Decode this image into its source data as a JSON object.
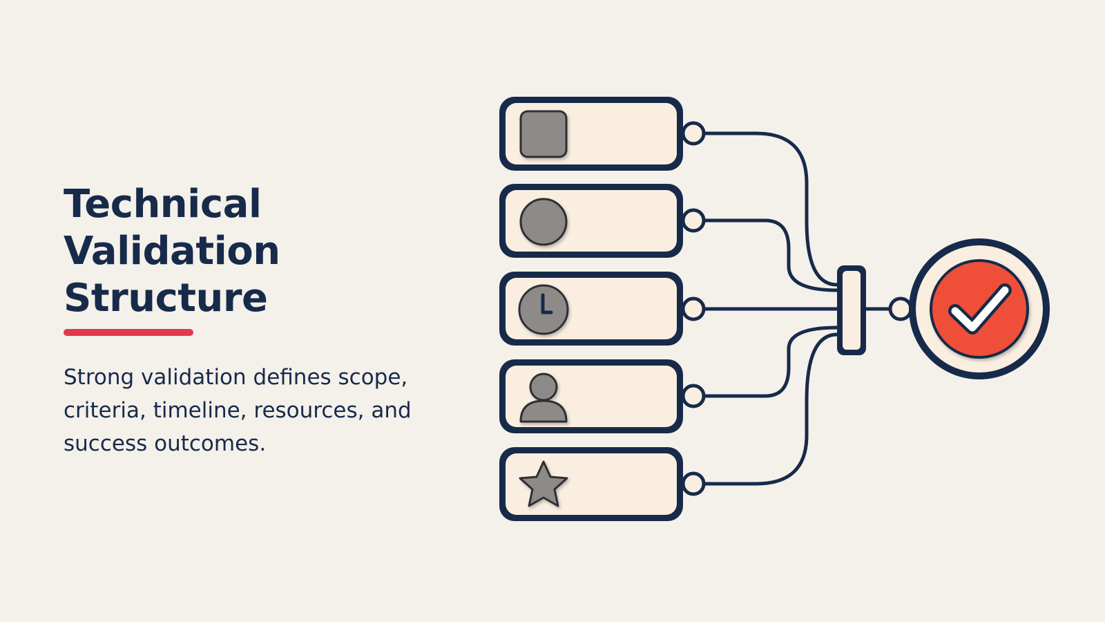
{
  "slide": {
    "title_lines": [
      "Technical",
      "Validation",
      "Structure"
    ],
    "description": "Strong validation defines scope, criteria, timeline, resources, and success outcomes."
  },
  "diagram": {
    "items": [
      {
        "icon": "square-icon"
      },
      {
        "icon": "circle-icon"
      },
      {
        "icon": "clock-icon"
      },
      {
        "icon": "person-icon"
      },
      {
        "icon": "star-icon"
      }
    ],
    "hub_icon": "connector-bar-icon",
    "result_icon": "checkmark-icon"
  },
  "colors": {
    "background": "#f4f0ea",
    "navy": "#172a4a",
    "accent_red": "#e0394b",
    "card_fill": "#faeee0",
    "icon_gray": "#8e8a87",
    "check_red": "#ef5037"
  }
}
